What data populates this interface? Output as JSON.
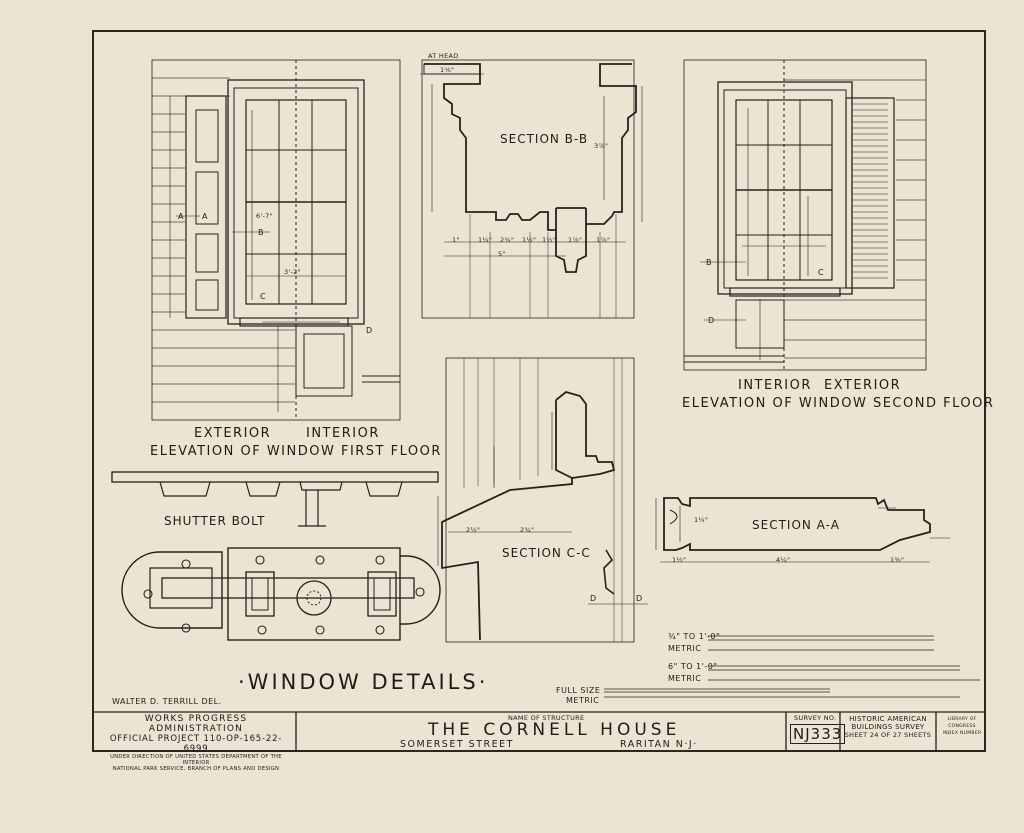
{
  "drawing": {
    "sheet_title": "·WINDOW DETAILS·",
    "delineator": "WALTER D. TERRILL DEL.",
    "views": {
      "first_floor_side_labels": [
        "EXTERIOR",
        "INTERIOR"
      ],
      "first_floor_title": "ELEVATION OF WINDOW FIRST FLOOR",
      "second_floor_side_labels": [
        "INTERIOR",
        "EXTERIOR"
      ],
      "second_floor_title": "ELEVATION OF WINDOW SECOND FLOOR",
      "section_bb": "SECTION B-B",
      "section_cc": "SECTION C-C",
      "section_aa": "SECTION A-A",
      "shutter_bolt": "SHUTTER BOLT",
      "at_head": "AT HEAD"
    },
    "section_marks": [
      "A",
      "B",
      "C",
      "D"
    ],
    "dimensions": {
      "bb_top": "1⅝\"",
      "bb_right": "3⅞\"",
      "bb_bottom_row": [
        "1\"",
        "1¼\"",
        "2¾\"",
        "1½\"",
        "1½\"",
        "1⅞\"",
        "1⅞\""
      ],
      "bb_overall": "5\"",
      "cc_row": [
        "2½\"",
        "2¾\""
      ],
      "aa_row": [
        "1½\"",
        "4¼\"",
        "1⅜\""
      ],
      "aa_height": "1¼\"",
      "ff_width": "3'-2\"",
      "ff_height": "6'-7\""
    },
    "scales": {
      "quarter": "¾\" TO 1'-0\"",
      "six": "6\" TO 1'-0\"",
      "metric": "METRIC",
      "full_size": "FULL SIZE"
    }
  },
  "title_block": {
    "agency_line1": "WORKS PROGRESS ADMINISTRATION",
    "agency_line2": "OFFICIAL PROJECT 110-OP-165-22-6999",
    "agency_line3": "UNDER DIRECTION OF UNITED STATES DEPARTMENT OF THE INTERIOR",
    "agency_line4": "NATIONAL PARK SERVICE, BRANCH OF PLANS AND DESIGN",
    "name_label": "NAME OF STRUCTURE",
    "structure_name": "THE CORNELL HOUSE",
    "street": "SOMERSET STREET",
    "city": "RARITAN N·J·",
    "survey_label": "SURVEY NO.",
    "survey_no": "NJ333",
    "habs_line1": "HISTORIC AMERICAN",
    "habs_line2": "BUILDINGS SURVEY",
    "sheet_line": "SHEET 24 OF 27 SHEETS",
    "library_note": "LIBRARY OF CONGRESS INDEX NUMBER"
  }
}
